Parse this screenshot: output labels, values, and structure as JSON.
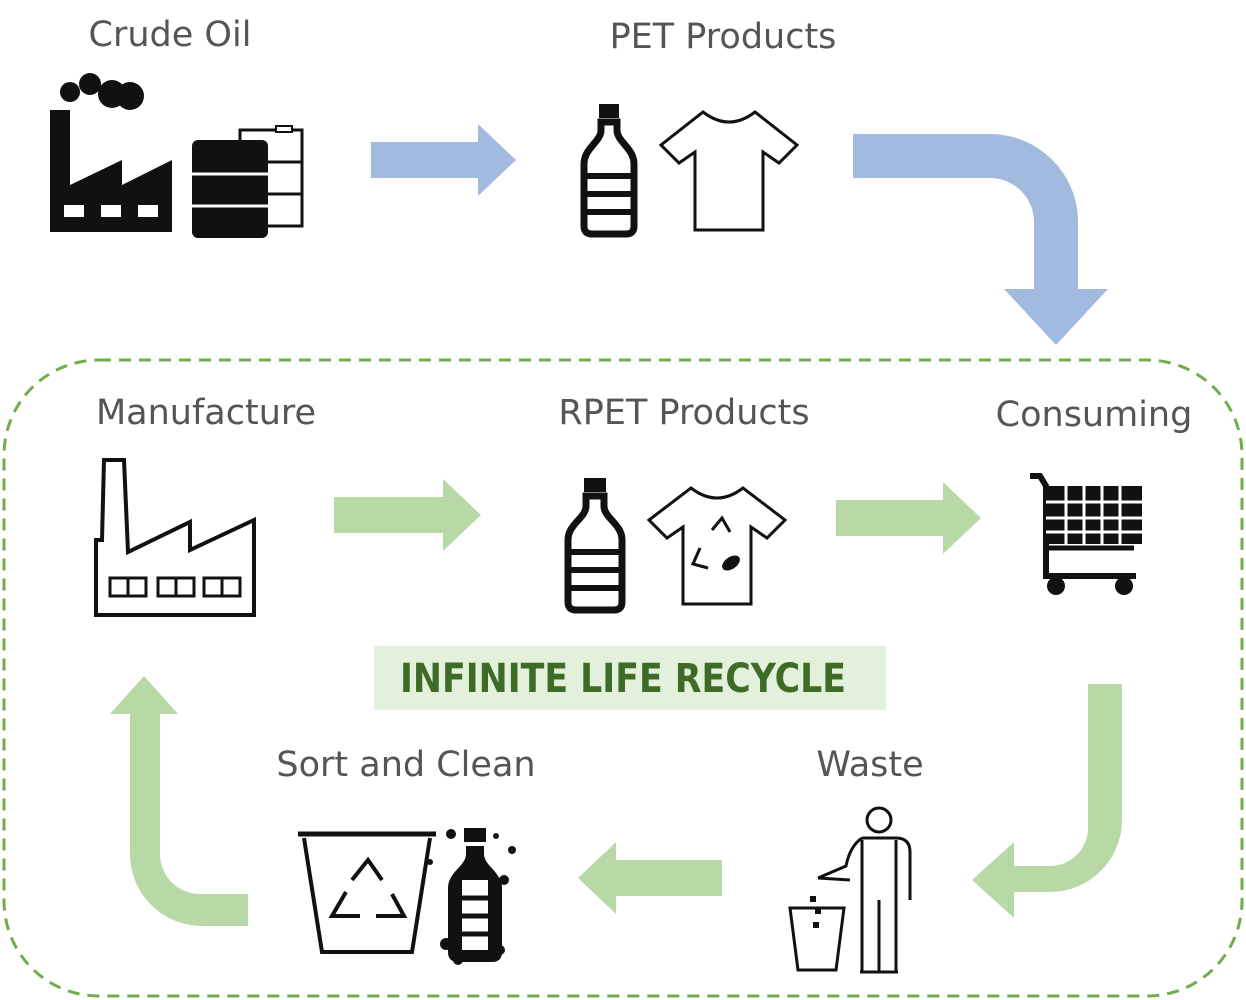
{
  "colors": {
    "label": "#555555",
    "blue_arrow": "#a2b9e0",
    "green_arrow": "#b8d8a6",
    "loop_border": "#6fae4a",
    "center_bg": "#e3f0db",
    "center_text": "#3e6b25",
    "icon": "#111111"
  },
  "stages": {
    "crude_oil": "Crude Oil",
    "pet_products": "PET Products",
    "manufacture": "Manufacture",
    "rpet_products": "RPET Products",
    "consuming": "Consuming",
    "sort_and_clean": "Sort and Clean",
    "waste": "Waste"
  },
  "center_label": "INFINITE LIFE RECYCLE"
}
